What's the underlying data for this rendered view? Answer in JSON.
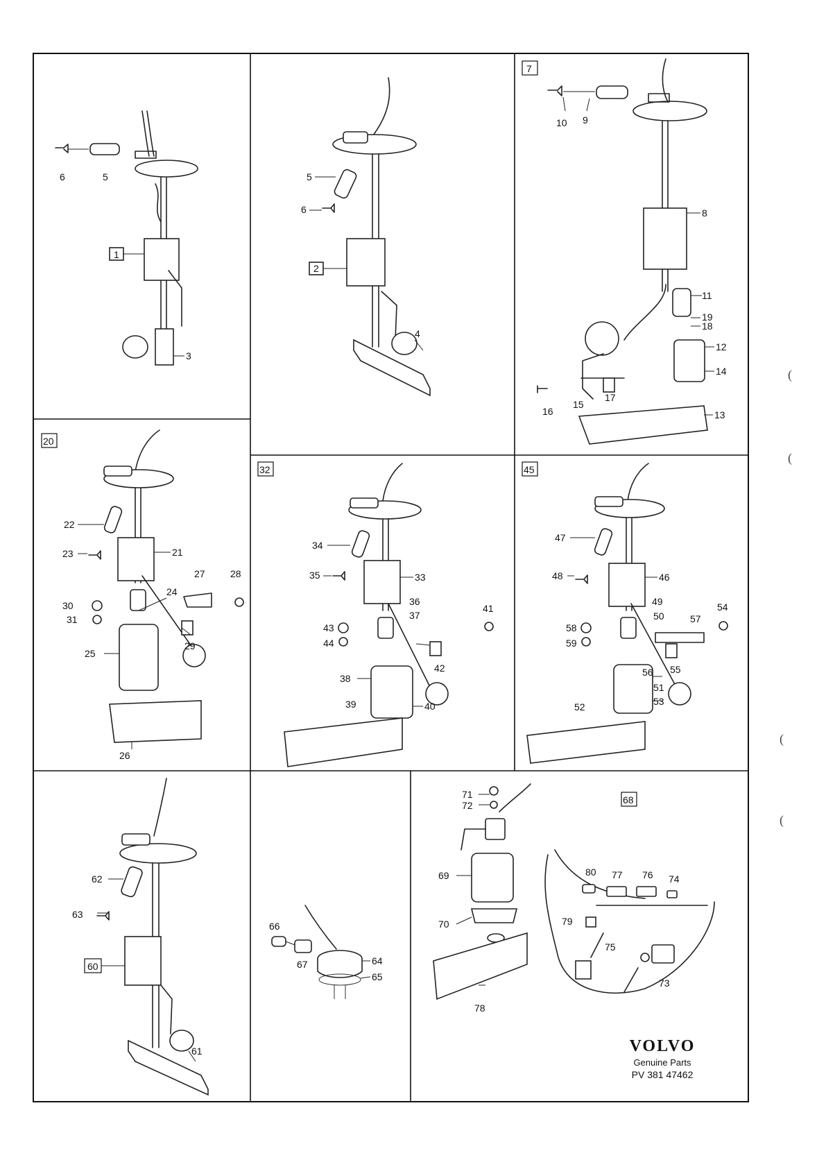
{
  "panel_labels": {
    "p1": "1",
    "p2": "2",
    "p7": "7",
    "p20": "20",
    "p32": "32",
    "p45": "45",
    "p60": "60",
    "p68": "68"
  },
  "parts": {
    "n1": "1",
    "n2": "2",
    "n3": "3",
    "n4": "4",
    "n5": "5",
    "n6": "6",
    "n7": "7",
    "n8": "8",
    "n9": "9",
    "n10": "10",
    "n11": "11",
    "n12": "12",
    "n13": "13",
    "n14": "14",
    "n15": "15",
    "n16": "16",
    "n17": "17",
    "n18": "18",
    "n19": "19",
    "n21": "21",
    "n22": "22",
    "n23": "23",
    "n24": "24",
    "n25": "25",
    "n26": "26",
    "n27": "27",
    "n28": "28",
    "n29": "29",
    "n30": "30",
    "n31": "31",
    "n33": "33",
    "n34": "34",
    "n35": "35",
    "n36": "36",
    "n37": "37",
    "n38": "38",
    "n39": "39",
    "n40": "40",
    "n41": "41",
    "n42": "42",
    "n43": "43",
    "n44": "44",
    "n46": "46",
    "n47": "47",
    "n48": "48",
    "n49": "49",
    "n50": "50",
    "n51": "51",
    "n52": "52",
    "n53": "53",
    "n54": "54",
    "n55": "55",
    "n56": "56",
    "n57": "57",
    "n58": "58",
    "n59": "59",
    "n61": "61",
    "n62": "62",
    "n63": "63",
    "n64": "64",
    "n65": "65",
    "n66": "66",
    "n67": "67",
    "n69": "69",
    "n70": "70",
    "n71": "71",
    "n72": "72",
    "n73": "73",
    "n74": "74",
    "n75": "75",
    "n76": "76",
    "n77": "77",
    "n78": "78",
    "n79": "79",
    "n80": "80"
  },
  "brand": {
    "logo": "VOLVO",
    "subtitle": "Genuine Parts",
    "code": "PV 381 47462"
  },
  "margin_marks": [
    "(",
    "(",
    "(",
    "("
  ]
}
